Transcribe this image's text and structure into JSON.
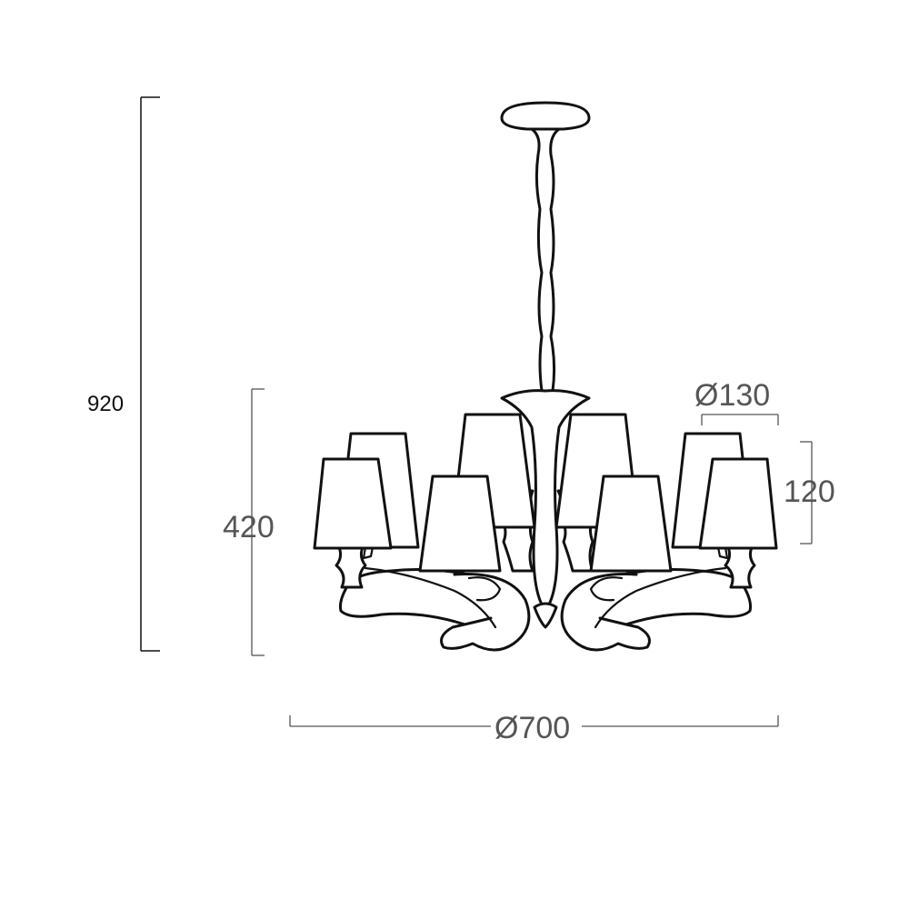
{
  "dimensions": {
    "total_height": "920",
    "body_height": "420",
    "shade_diameter": "Ø130",
    "shade_height": "120",
    "overall_diameter": "Ø700"
  }
}
